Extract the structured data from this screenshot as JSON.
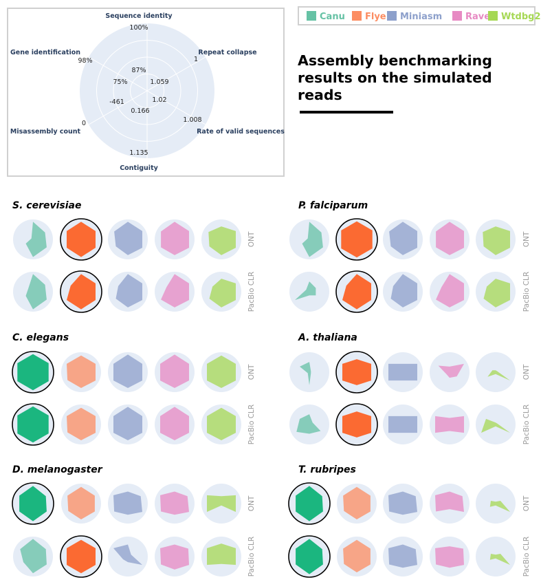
{
  "title": "Assembly benchmarking results on the simulated reads",
  "legend": [
    {
      "name": "Canu",
      "color": "#66c2a5"
    },
    {
      "name": "Flye",
      "color": "#fc8d62"
    },
    {
      "name": "Miniasm",
      "color": "#8da0cb"
    },
    {
      "name": "Raven",
      "color": "#e78ac3"
    },
    {
      "name": "Wtdbg2",
      "color": "#a6d854"
    }
  ],
  "colors": {
    "polar_bg": "#e5ecf6",
    "grid": "#ffffff",
    "axis_text": "#2a3f5f",
    "best_outline": "#000000",
    "best_canu": "#1bb67f",
    "best_flye": "#fb6a32"
  },
  "key": {
    "axes": [
      "Sequence identity",
      "Repeat collapse",
      "Rate of valid sequences",
      "Contiguity",
      "Misassembly count",
      "Gene identification"
    ],
    "outer_values": [
      "100%",
      "1",
      "1.008",
      "1.135",
      "0",
      "98%"
    ],
    "inner_values": [
      "87%",
      "1.059",
      "1.02",
      "0.166",
      "-461",
      "75%"
    ]
  },
  "row_labels": [
    "ONT",
    "PacBio CLR"
  ],
  "chart_data": {
    "type": "radar",
    "axes": [
      "Sequence identity",
      "Repeat collapse",
      "Rate of valid sequences",
      "Contiguity",
      "Misassembly count",
      "Gene identification"
    ],
    "assemblers": [
      "Canu",
      "Flye",
      "Miniasm",
      "Raven",
      "Wtdbg2"
    ],
    "panels": [
      {
        "organism": "S. cerevisiae",
        "ONT": {
          "best": "Flye",
          "values": [
            [
              0.95,
              0.75,
              0.85,
              0.95,
              0.45,
              0.1
            ],
            [
              0.95,
              0.9,
              0.9,
              0.95,
              0.9,
              0.9
            ],
            [
              0.95,
              0.9,
              0.9,
              0.85,
              0.75,
              0.85
            ],
            [
              0.95,
              0.9,
              0.9,
              0.85,
              0.85,
              0.85
            ],
            [
              0.7,
              0.9,
              0.9,
              0.85,
              0.75,
              0.8
            ]
          ]
        },
        "PacBio CLR": {
          "best": "Flye",
          "values": [
            [
              0.95,
              0.75,
              0.85,
              0.95,
              0.45,
              0.3
            ],
            [
              0.95,
              0.9,
              0.9,
              0.95,
              0.9,
              0.65
            ],
            [
              0.95,
              0.9,
              0.9,
              0.85,
              0.75,
              0.6
            ],
            [
              0.95,
              0.9,
              0.9,
              0.85,
              0.85,
              0.5
            ],
            [
              0.7,
              0.9,
              0.9,
              0.85,
              0.75,
              0.55
            ]
          ]
        }
      },
      {
        "organism": "P. falciparum",
        "ONT": {
          "best": "Flye",
          "values": [
            [
              0.95,
              0.75,
              0.85,
              0.95,
              0.45,
              0.1
            ],
            [
              0.97,
              0.97,
              0.97,
              0.97,
              0.97,
              0.97
            ],
            [
              0.95,
              0.9,
              0.9,
              0.85,
              0.75,
              0.85
            ],
            [
              0.95,
              0.9,
              0.9,
              0.85,
              0.85,
              0.85
            ],
            [
              0.7,
              0.9,
              0.9,
              0.85,
              0.75,
              0.8
            ]
          ]
        },
        "PacBio CLR": {
          "best": "Flye",
          "values": [
            [
              0.55,
              0.4,
              0.4,
              0.2,
              0.9,
              0.2
            ],
            [
              0.95,
              0.9,
              0.9,
              0.95,
              0.9,
              0.65
            ],
            [
              0.95,
              0.9,
              0.9,
              0.85,
              0.75,
              0.6
            ],
            [
              0.95,
              0.9,
              0.9,
              0.85,
              0.85,
              0.5
            ],
            [
              0.7,
              0.9,
              0.9,
              0.85,
              0.75,
              0.55
            ]
          ]
        }
      },
      {
        "organism": "C. elegans",
        "ONT": {
          "best": "Canu",
          "values": [
            [
              0.97,
              0.97,
              0.97,
              0.97,
              0.97,
              0.97
            ],
            [
              0.9,
              0.9,
              0.9,
              0.85,
              0.85,
              0.9
            ],
            [
              0.95,
              0.9,
              0.9,
              0.85,
              0.9,
              0.9
            ],
            [
              0.95,
              0.9,
              0.9,
              0.85,
              0.9,
              0.9
            ],
            [
              0.9,
              0.9,
              0.9,
              0.85,
              0.9,
              0.9
            ]
          ]
        },
        "PacBio CLR": {
          "best": "Canu",
          "values": [
            [
              0.97,
              0.97,
              0.97,
              0.97,
              0.97,
              0.97
            ],
            [
              0.9,
              0.9,
              0.9,
              0.85,
              0.85,
              0.9
            ],
            [
              0.95,
              0.9,
              0.9,
              0.85,
              0.9,
              0.9
            ],
            [
              0.95,
              0.9,
              0.9,
              0.85,
              0.9,
              0.9
            ],
            [
              0.9,
              0.9,
              0.9,
              0.85,
              0.9,
              0.9
            ]
          ]
        }
      },
      {
        "organism": "A. thaliana",
        "ONT": {
          "best": "Flye",
          "values": [
            [
              0.55,
              0.1,
              0.1,
              0.7,
              0.1,
              0.6
            ],
            [
              0.7,
              0.9,
              0.9,
              0.7,
              0.9,
              0.9
            ],
            [
              0.45,
              0.9,
              0.9,
              0.45,
              0.9,
              0.9
            ],
            [
              0.3,
              0.9,
              0.45,
              0.3,
              0.2,
              0.7
            ],
            [
              0.1,
              0.1,
              0.9,
              0.1,
              0.5,
              0.2
            ]
          ]
        },
        "PacBio CLR": {
          "best": "Flye",
          "values": [
            [
              0.55,
              0.2,
              0.7,
              0.5,
              0.8,
              0.6
            ],
            [
              0.7,
              0.9,
              0.9,
              0.7,
              0.9,
              0.9
            ],
            [
              0.45,
              0.9,
              0.9,
              0.45,
              0.9,
              0.9
            ],
            [
              0.35,
              0.9,
              0.9,
              0.35,
              0.9,
              0.9
            ],
            [
              0.1,
              0.1,
              0.9,
              0.1,
              0.9,
              0.6
            ]
          ]
        }
      },
      {
        "organism": "D. melanogaster",
        "ONT": {
          "best": "Canu",
          "values": [
            [
              0.95,
              0.8,
              0.85,
              0.95,
              0.85,
              0.85
            ],
            [
              0.9,
              0.85,
              0.85,
              0.85,
              0.8,
              0.85
            ],
            [
              0.65,
              0.8,
              0.9,
              0.6,
              0.85,
              0.9
            ],
            [
              0.65,
              0.8,
              0.9,
              0.6,
              0.85,
              0.9
            ],
            [
              0.4,
              0.9,
              0.9,
              0.1,
              0.9,
              0.9
            ]
          ]
        },
        "PacBio CLR": {
          "best": "Flye",
          "values": [
            [
              0.95,
              0.8,
              0.85,
              0.9,
              0.6,
              0.8
            ],
            [
              0.9,
              0.9,
              0.9,
              0.9,
              0.9,
              0.9
            ],
            [
              0.65,
              0.2,
              0.9,
              0.3,
              0.3,
              0.9
            ],
            [
              0.65,
              0.85,
              0.9,
              0.7,
              0.85,
              0.9
            ],
            [
              0.7,
              0.9,
              0.9,
              0.4,
              0.9,
              0.9
            ]
          ]
        }
      },
      {
        "organism": "T. rubripes",
        "ONT": {
          "best": "Canu",
          "values": [
            [
              0.95,
              0.8,
              0.85,
              0.95,
              0.85,
              0.85
            ],
            [
              0.9,
              0.85,
              0.85,
              0.85,
              0.8,
              0.85
            ],
            [
              0.65,
              0.8,
              0.9,
              0.6,
              0.85,
              0.9
            ],
            [
              0.65,
              0.8,
              0.9,
              0.3,
              0.85,
              0.9
            ],
            [
              0.1,
              0.3,
              0.9,
              0.1,
              0.35,
              0.3
            ]
          ]
        },
        "PacBio CLR": {
          "best": "Canu",
          "values": [
            [
              0.95,
              0.8,
              0.85,
              0.95,
              0.85,
              0.85
            ],
            [
              0.9,
              0.85,
              0.85,
              0.85,
              0.8,
              0.85
            ],
            [
              0.65,
              0.8,
              0.9,
              0.6,
              0.85,
              0.9
            ],
            [
              0.55,
              0.85,
              0.9,
              0.6,
              0.85,
              0.9
            ],
            [
              0.1,
              0.3,
              0.9,
              0.1,
              0.35,
              0.3
            ]
          ]
        }
      }
    ]
  }
}
